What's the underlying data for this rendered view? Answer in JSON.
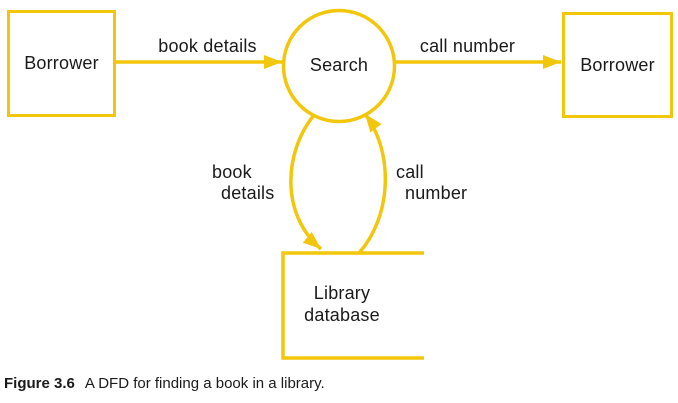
{
  "colors": {
    "accent": "#F2C70B",
    "text": "#1A1A1A"
  },
  "diagram": {
    "entities": [
      {
        "label": "Borrower",
        "position": "left"
      },
      {
        "label": "Borrower",
        "position": "right"
      }
    ],
    "process": {
      "label": "Search",
      "shape": "circle"
    },
    "data_store": {
      "lines": [
        "Library",
        "database"
      ],
      "shape": "open-right-box"
    },
    "flows": [
      {
        "label": "book details",
        "from": "Borrower (left)",
        "to": "Search"
      },
      {
        "label": "call number",
        "from": "Search",
        "to": "Borrower (right)"
      },
      {
        "lines": [
          "book",
          "details"
        ],
        "from": "Search",
        "to": "Library database"
      },
      {
        "lines": [
          "call",
          "number"
        ],
        "from": "Library database",
        "to": "Search"
      }
    ]
  },
  "caption": {
    "number": "Figure 3.6",
    "text": "A DFD for finding a book in a library."
  }
}
